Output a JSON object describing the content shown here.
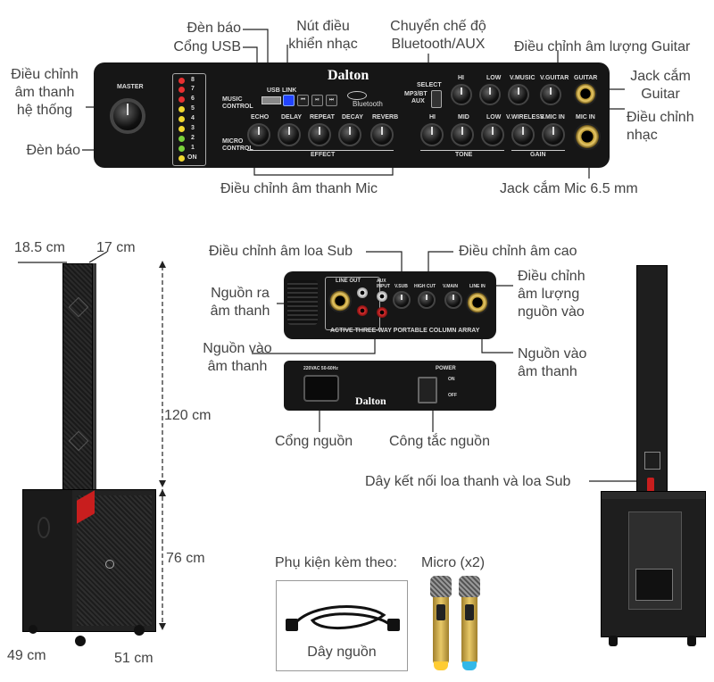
{
  "brand": "Dalton",
  "mixer": {
    "labels": {
      "den_bao_top": "Đèn báo",
      "cong_usb": "Cổng USB",
      "nut_dieu_khien": "Nút điều\nkhiển nhạc",
      "chuyen_che_do": "Chuyển chế độ\nBluetooth/AUX",
      "dieu_chinh_guitar": "Điều chỉnh âm lượng Guitar",
      "jack_guitar": "Jack cắm\nGuitar",
      "dieu_chinh_nhac": "Điều chỉnh\nnhạc",
      "dieu_chinh_he_thong": "Điều chỉnh\nâm thanh\nhệ thống",
      "den_bao_left": "Đèn báo",
      "dieu_chinh_mic": "Điều chỉnh âm thanh Mic",
      "jack_mic": "Jack cắm Mic 6.5 mm"
    },
    "panel": {
      "master": "MASTER",
      "music_control": "MUSIC\nCONTROL",
      "micro_control": "MICRO\nCONTROL",
      "usb": "USB",
      "link": "LINK",
      "bluetooth": "Bluetooth",
      "select": "SELECT",
      "mp3bt": "MP3/BT",
      "aux": "AUX",
      "music_knobs": [
        "HI",
        "LOW",
        "V.MUSIC",
        "V.GUITAR"
      ],
      "guitar": "GUITAR",
      "effect_knobs": [
        "ECHO",
        "DELAY",
        "REPEAT",
        "DECAY",
        "REVERB"
      ],
      "tone_knobs": [
        "HI",
        "MID",
        "LOW"
      ],
      "gain_knobs": [
        "V.WIRELESS",
        "V.MIC IN"
      ],
      "mic_in": "MIC IN",
      "effect": "EFFECT",
      "tone": "TONE",
      "gain": "GAIN",
      "leds": [
        "8",
        "7",
        "6",
        "5",
        "4",
        "3",
        "2",
        "1",
        "ON"
      ]
    }
  },
  "dimensions": {
    "depth_top": "18.5 cm",
    "width_top": "17 cm",
    "height_column": "120 cm",
    "height_sub": "76 cm",
    "depth_sub": "49 cm",
    "width_sub": "51 cm"
  },
  "rear_panel": {
    "labels": {
      "dieu_chinh_sub": "Điều chỉnh âm loa Sub",
      "dieu_chinh_cao": "Điều chỉnh âm cao",
      "nguon_ra": "Nguồn ra\nâm thanh",
      "dieu_chinh_am_luong_vao": "Điều chỉnh\nâm lượng\nnguồn vào",
      "nguon_vao_left": "Nguồn vào\nâm thanh",
      "nguon_vao_right": "Nguồn vào\nâm thanh",
      "cong_nguon": "Cổng nguồn",
      "cong_tac": "Công tắc nguồn"
    },
    "panel": {
      "line_out": "LINE OUT",
      "aux_input": "AUX\nINPUT",
      "v_sub": "V.SUB",
      "high_cut": "HIGH CUT",
      "v_main": "V.MAIN",
      "line_in": "LINE IN",
      "title": "ACTIVE THREE-WAY PORTABLE COLUMN ARRAY",
      "voltage": "220VAC 50-60Hz",
      "power": "POWER",
      "on": "ON",
      "off": "OFF"
    }
  },
  "cable_label": "Dây kết nối loa thanh và loa Sub",
  "accessories": {
    "title": "Phụ kiện kèm theo:",
    "micro": "Micro (x2)",
    "power_cord": "Dây nguồn"
  }
}
